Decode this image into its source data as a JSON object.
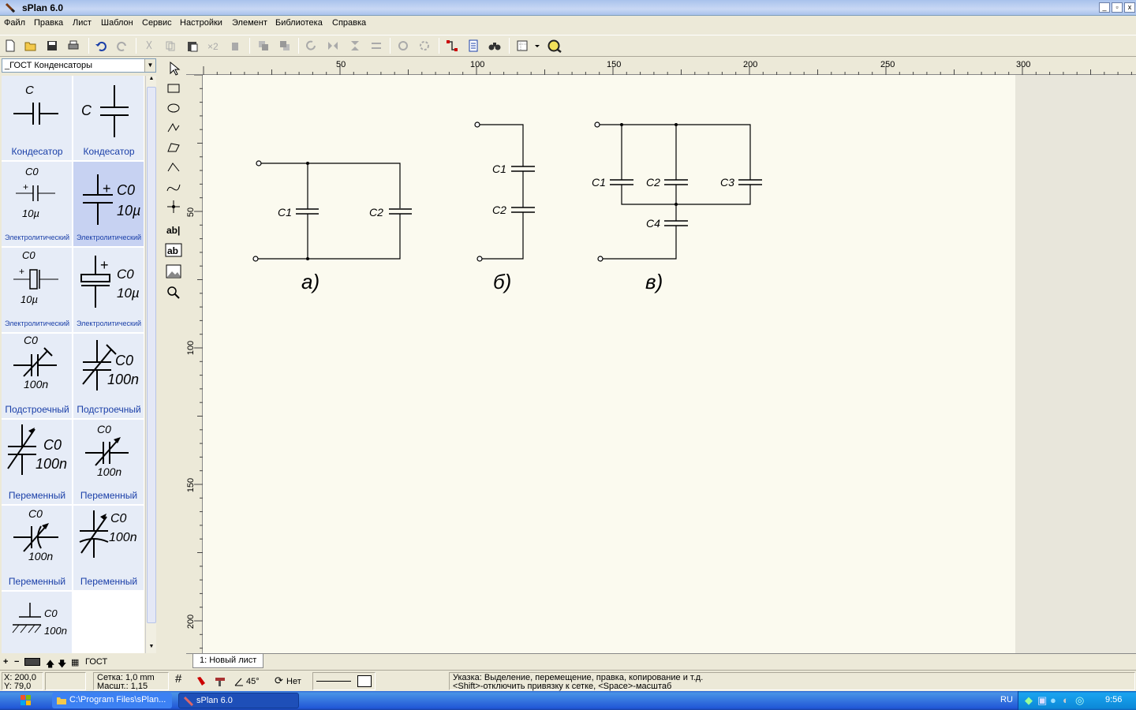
{
  "window": {
    "title": "sPlan 6.0"
  },
  "menu": [
    "Файл",
    "Правка",
    "Лист",
    "Шаблон",
    "Сервис",
    "Настройки",
    "Элемент",
    "Библиотека",
    "Справка"
  ],
  "library": {
    "selected": "_ГОСТ Конденсаторы",
    "items": [
      {
        "label": "Кондесатор",
        "ref": "C",
        "value": ""
      },
      {
        "label": "Кондесатор",
        "ref": "C",
        "value": ""
      },
      {
        "label": "Электролитический",
        "ref": "C0",
        "value": "10µ"
      },
      {
        "label": "Электролитический",
        "ref": "C0",
        "value": "10µ"
      },
      {
        "label": "Электролитический",
        "ref": "C0",
        "value": "10µ"
      },
      {
        "label": "Электролитический",
        "ref": "C0",
        "value": "10µ"
      },
      {
        "label": "Подстроечный",
        "ref": "C0",
        "value": "100n"
      },
      {
        "label": "Подстроечный",
        "ref": "C0",
        "value": "100n"
      },
      {
        "label": "Переменный",
        "ref": "C0",
        "value": "100n"
      },
      {
        "label": "Переменный",
        "ref": "C0",
        "value": "100n"
      },
      {
        "label": "Переменный",
        "ref": "C0",
        "value": "100n"
      },
      {
        "label": "Переменный",
        "ref": "C0",
        "value": "100n"
      },
      {
        "label": "",
        "ref": "C0",
        "value": "100n"
      }
    ],
    "bottom_label": "ГОСТ"
  },
  "ruler": {
    "h_ticks": [
      "50",
      "100",
      "150",
      "200",
      "250",
      "300"
    ],
    "v_ticks": [
      "50",
      "100",
      "150",
      "200"
    ]
  },
  "schematic": {
    "a_caption": "а)",
    "b_caption": "б)",
    "c_caption": "в)",
    "a_labels": [
      "C1",
      "C2"
    ],
    "b_labels": [
      "C1",
      "C2"
    ],
    "c_labels": [
      "C1",
      "C2",
      "C3",
      "C4"
    ]
  },
  "sheet_tab": "1: Новый лист",
  "status": {
    "x": "X: 200,0",
    "y": "Y: 79,0",
    "grid": "Сетка:  1,0 mm",
    "scale": "Масшт.:  1,15",
    "angle": "45°",
    "snap": "Нет",
    "hint1": "Указка: Выделение, перемещение, правка, копирование и т.д.",
    "hint2": "<Shift>-отключить привязку к сетке, <Space>-масштаб"
  },
  "taskbar": {
    "task1": "C:\\Program Files\\sPlan...",
    "task2": "sPlan 6.0",
    "lang": "RU",
    "clock": "9:56"
  }
}
